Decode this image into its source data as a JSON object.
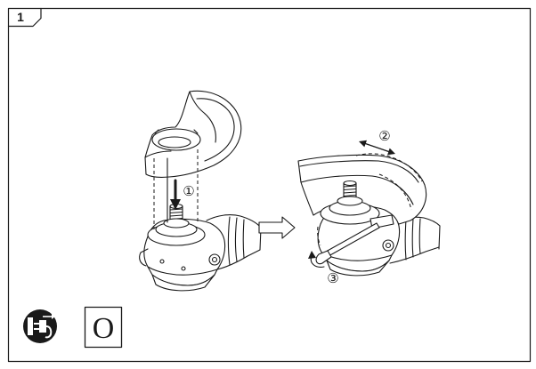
{
  "figure": {
    "number": "1"
  },
  "steps": {
    "step_1": "①",
    "step_2": "②",
    "step_3": "③"
  },
  "symbols": {
    "unplug_icon": "unplug-icon",
    "transition_arrow_icon": "right-arrow-icon",
    "box_label": "O"
  },
  "colors": {
    "line": "#1a1a1a",
    "background": "#ffffff"
  }
}
